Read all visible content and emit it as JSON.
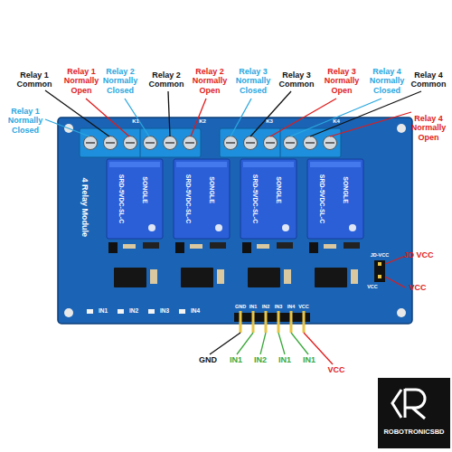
{
  "diagram": {
    "labels": [
      "Relay 1 Common",
      "Relay 1 Normally Open",
      "Relay 2 Normally Closed",
      "Relay 2 Common",
      "Relay 2 Normally Open",
      "Relay 3 Normally Closed",
      "Relay 3 Common",
      "Relay 3 Normally Open",
      "Relay 4 Normally Closed",
      "Relay 4 Common",
      "Relay 1 Normally Closed",
      "Relay 4 Normally Open",
      "JD VCC",
      "VCC",
      "GND",
      "IN1",
      "IN2",
      "IN1",
      "IN1",
      "VCC",
      "K1",
      "K2",
      "K3",
      "K4",
      "4 Relay Module",
      "SRD-5VDC-SL-C",
      "SRD-5VDC-SL-C",
      "SRD-5VDC-SL-C",
      "SRD-5VDC-SL-C",
      "SONGLE",
      "SONGLE",
      "SONGLE",
      "SONGLE",
      "IN1",
      "IN2",
      "IN3",
      "IN4",
      "GND",
      "IN1",
      "IN2",
      "IN3",
      "IN4",
      "VCC",
      "JD-VCC",
      "VCC",
      "ROBOTRONICSBD"
    ]
  }
}
